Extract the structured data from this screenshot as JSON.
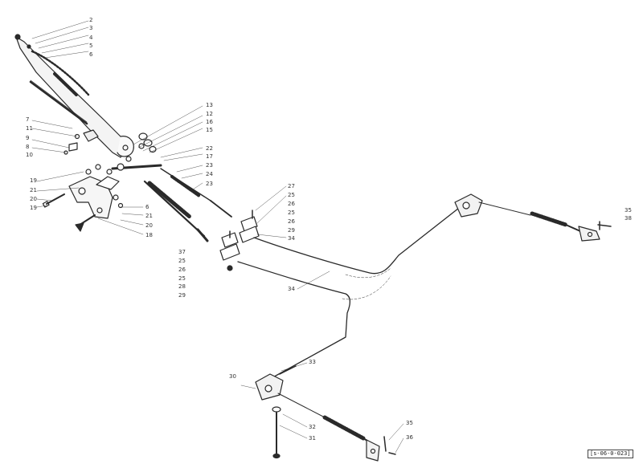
{
  "figure": {
    "reference_code": "[s-06-0-023]",
    "part_numbers": [
      "2",
      "3",
      "4",
      "5",
      "6",
      "7",
      "11",
      "9",
      "8",
      "10",
      "13",
      "12",
      "16",
      "15",
      "22",
      "17",
      "23",
      "24",
      "23",
      "19",
      "21",
      "20",
      "19",
      "6",
      "21",
      "20",
      "18",
      "27",
      "25",
      "26",
      "25",
      "26",
      "29",
      "34",
      "37",
      "25",
      "26",
      "25",
      "28",
      "29",
      "34",
      "30",
      "33",
      "32",
      "31",
      "35",
      "36",
      "35",
      "38"
    ]
  },
  "colors": {
    "ink": "#2a2a2a",
    "label": "#333333"
  }
}
